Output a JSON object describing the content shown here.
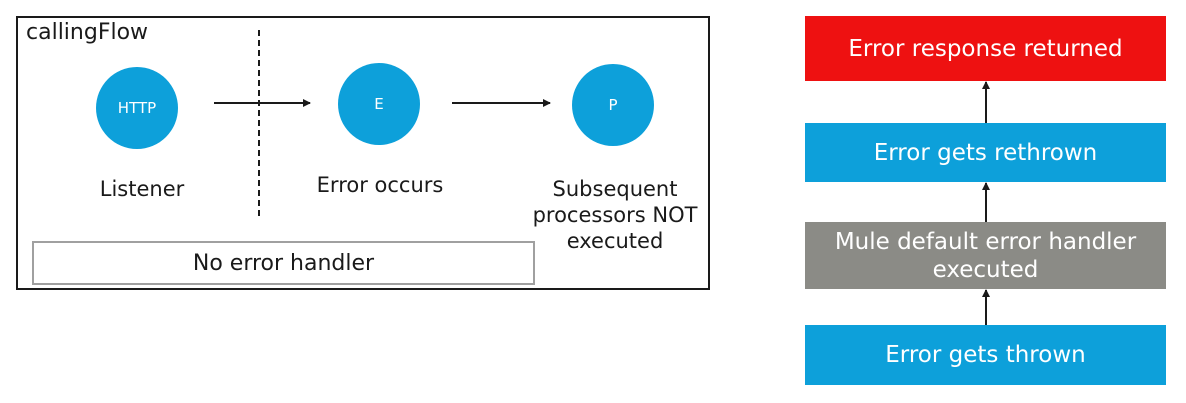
{
  "flow": {
    "name": "callingFlow",
    "nodes": [
      {
        "icon_text": "HTTP",
        "label": "Listener"
      },
      {
        "icon_text": "E",
        "label": "Error occurs"
      },
      {
        "icon_text": "P",
        "label": "Subsequent processors NOT executed"
      }
    ],
    "error_handler_label": "No error handler"
  },
  "steps": [
    {
      "label": "Error response returned",
      "color": "#ee1111"
    },
    {
      "label": "Error gets rethrown",
      "color": "#0da0da"
    },
    {
      "label": "Mule default error handler executed",
      "color": "#8b8b86"
    },
    {
      "label": "Error gets thrown",
      "color": "#0da0da"
    }
  ]
}
